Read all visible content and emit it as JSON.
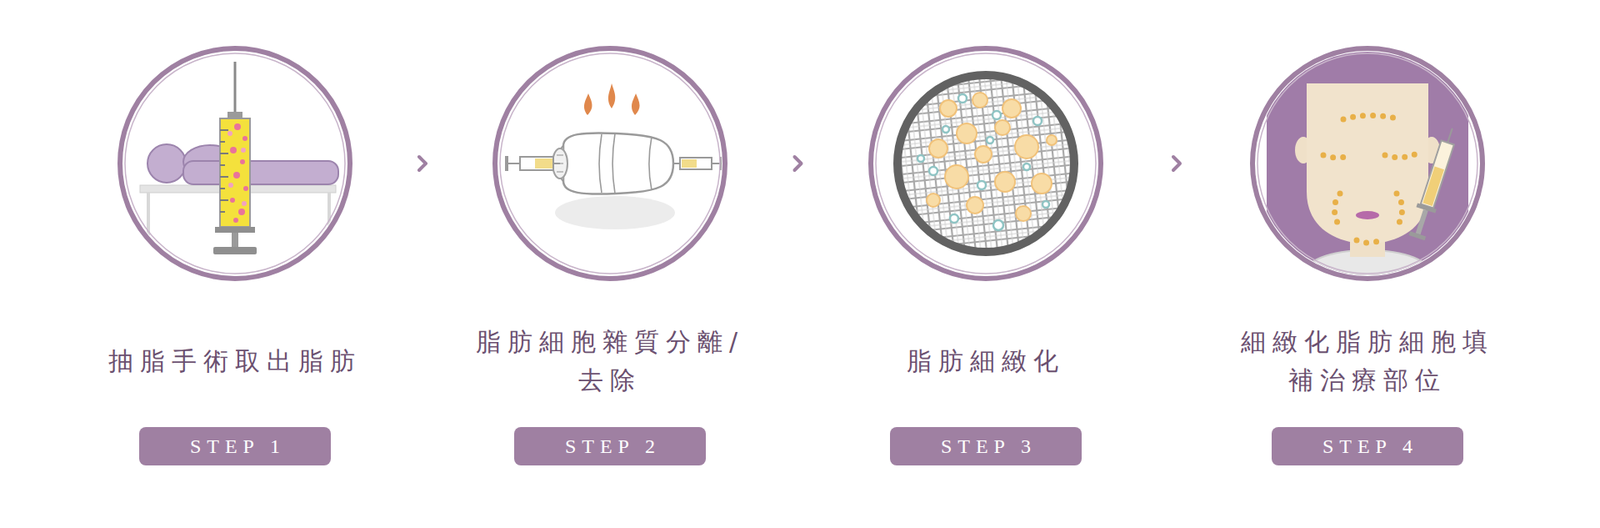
{
  "diagram": {
    "nodes": [
      {
        "text": [
          "抽脂手術取出脂肪"
        ]
      },
      {
        "text": [
          "脂肪細胞雜質分離/去除"
        ]
      },
      {
        "text": [
          "脂肪細緻化"
        ]
      },
      {
        "text": [
          "細緻化脂肪細胞填補治療部位"
        ]
      },
      {
        "text": [
          "STEP 1"
        ]
      },
      {
        "text": [
          "STEP 2"
        ]
      },
      {
        "text": [
          "STEP 3"
        ]
      },
      {
        "text": [
          "STEP 4"
        ]
      }
    ],
    "edges": [
      {
        "from": 0,
        "to": 1,
        "arrow": "to"
      },
      {
        "from": 1,
        "to": 2,
        "arrow": "to"
      },
      {
        "from": 2,
        "to": 3,
        "arrow": "to"
      }
    ]
  }
}
